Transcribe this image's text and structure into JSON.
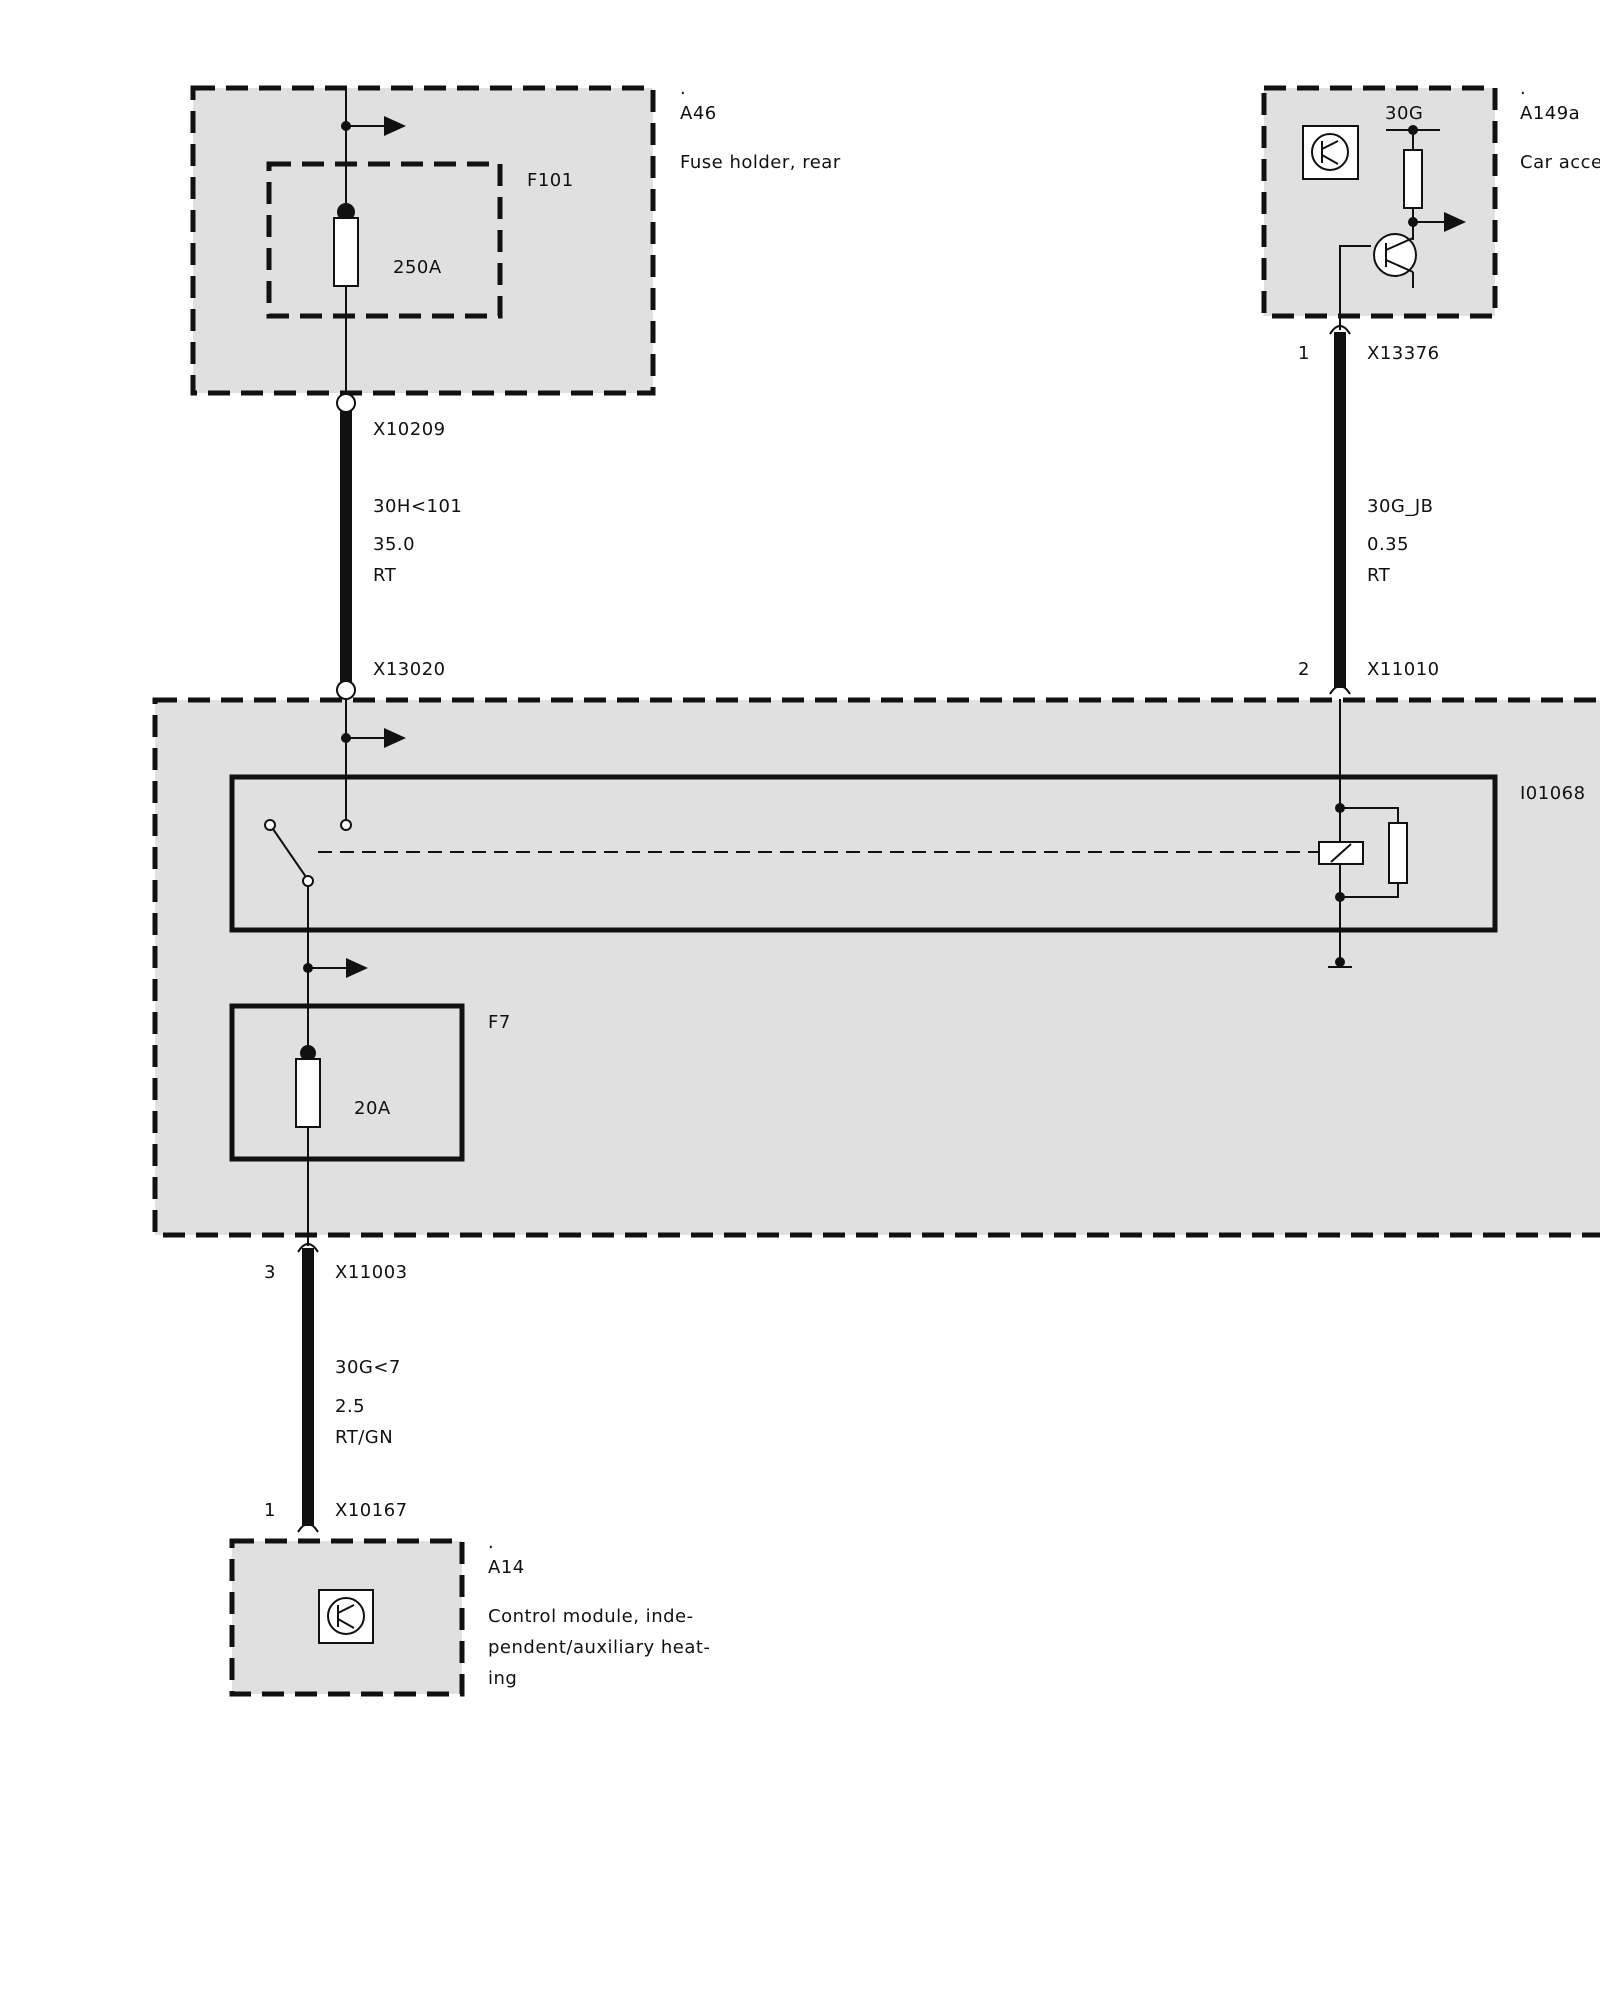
{
  "components": {
    "a46": {
      "dot": ".",
      "id": "A46",
      "desc": "Fuse holder, rear"
    },
    "f101": {
      "id": "F101",
      "rating": "250A"
    },
    "a149a": {
      "dot": ".",
      "id": "A149a",
      "desc": "Car acces",
      "terminal": "30G"
    },
    "i01068": {
      "id": "I01068"
    },
    "f7": {
      "id": "F7",
      "rating": "20A"
    },
    "a14": {
      "dot": ".",
      "id": "A14",
      "desc_lines": [
        "Control module, inde-",
        "pendent/auxiliary heat-",
        "ing"
      ]
    }
  },
  "connectors": {
    "x10209": {
      "id": "X10209",
      "pin": ""
    },
    "x13020": {
      "id": "X13020",
      "pin": ""
    },
    "x13376": {
      "id": "X13376",
      "pin": "1"
    },
    "x11010": {
      "id": "X11010",
      "pin": "2"
    },
    "x11003": {
      "id": "X11003",
      "pin": "3"
    },
    "x10167": {
      "id": "X10167",
      "pin": "1"
    }
  },
  "wires": {
    "w1": {
      "signal": "30H<101",
      "size": "35.0",
      "color": "RT"
    },
    "w2": {
      "signal": "30G_JB",
      "size": "0.35",
      "color": "RT"
    },
    "w3": {
      "signal": "30G<7",
      "size": "2.5",
      "color": "RT/GN"
    }
  }
}
